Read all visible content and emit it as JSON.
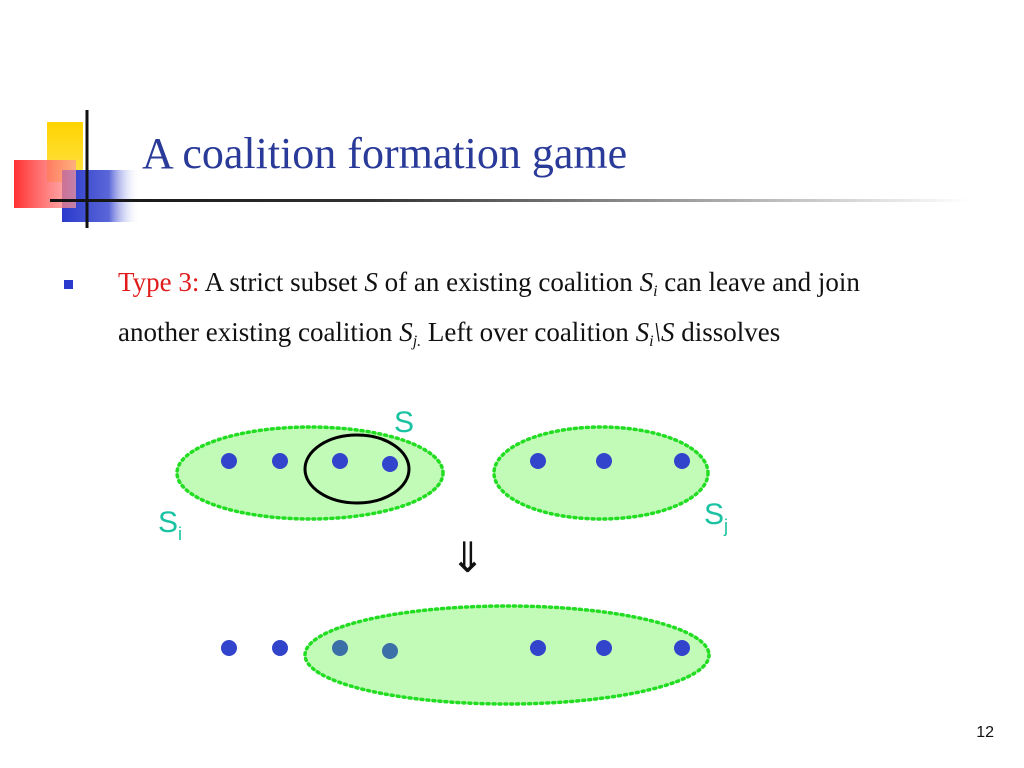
{
  "slide": {
    "title": "A coalition formation game",
    "page_number": "12"
  },
  "bullet": {
    "type_label": "Type 3:",
    "line1_a": " A strict subset ",
    "var_S": "S",
    "line1_b": " of an existing coalition ",
    "var_Si_base": "S",
    "var_Si_sub": "i",
    "line1_c": " can leave and join another existing coalition ",
    "var_Sj_base": "S",
    "var_Sj_sub": "j.",
    "line1_d": " Left over coalition ",
    "var_diff_base": "S",
    "var_diff_sub": "i",
    "var_diff_tail": "\\S",
    "line1_e": " dissolves"
  },
  "diagram": {
    "label_S": "S",
    "label_Si_base": "S",
    "label_Si_sub": "i",
    "label_Sj_base": "S",
    "label_Sj_sub": "j",
    "arrow": "⇓"
  },
  "colors": {
    "title": "#2a3a99",
    "type_label": "#e01b1b",
    "coalition_fill": "#c2fbb8",
    "coalition_border": "#22dd22",
    "agent": "#3344cc",
    "moved_agent": "#3a6fa8",
    "label": "#19c2a0"
  }
}
